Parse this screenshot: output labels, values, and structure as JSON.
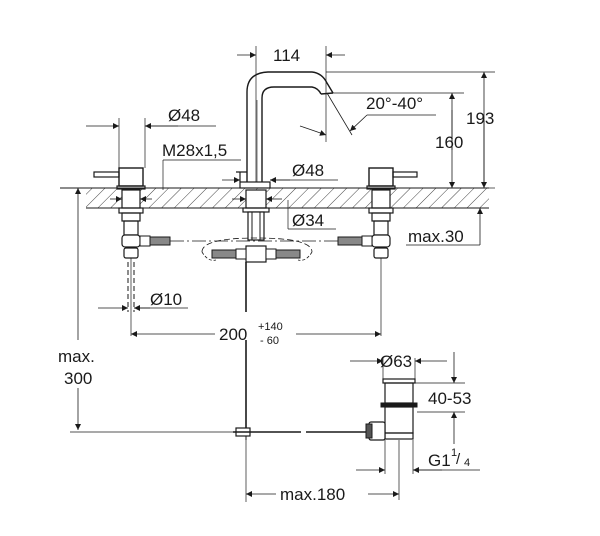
{
  "drawing": {
    "title": "Three-hole basin mixer dimension drawing",
    "line_color": "#1a1a1a",
    "background": "#ffffff"
  },
  "dimensions": {
    "spout_reach": "114",
    "spout_height_total": "193",
    "spout_outlet_height": "160",
    "spout_angle": "20°-40°",
    "handle_diameter": "Ø48",
    "spout_base_diameter": "Ø48",
    "thread": "M28x1,5",
    "hole_diameter": "Ø34",
    "max_deck_thickness": "max.30",
    "supply_pipe_diameter": "Ø10",
    "center_distance": "200",
    "center_tolerance_plus": "+140",
    "center_tolerance_minus": "- 60",
    "max_depth_line1": "max.",
    "max_depth_line2": "300",
    "waste_diameter": "Ø63",
    "waste_height": "40-53",
    "waste_thread": "G1",
    "waste_thread_num": "1",
    "waste_thread_den": "4",
    "max_rod_length": "max.180"
  }
}
